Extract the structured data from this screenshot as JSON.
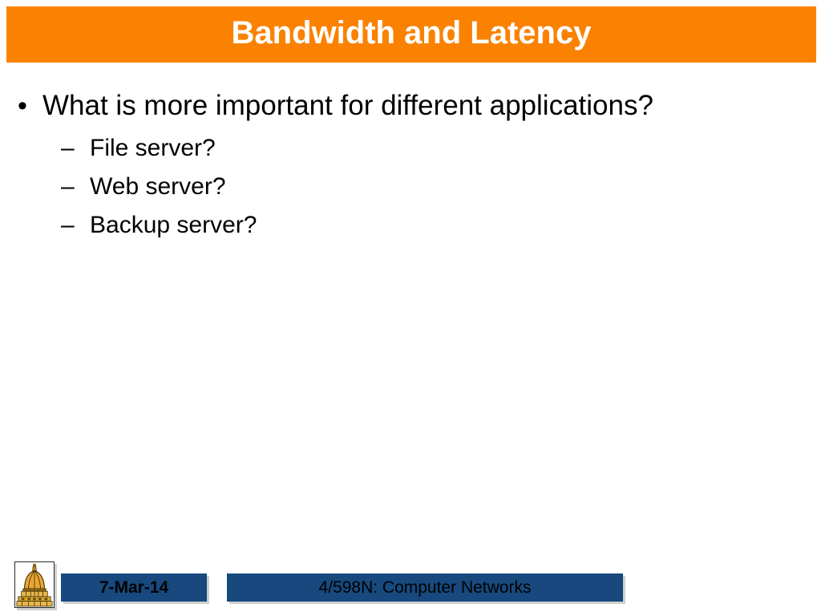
{
  "slide": {
    "title": "Bandwidth and Latency",
    "body": {
      "main_bullet": {
        "marker": "•",
        "text": "What is more important for different applications?"
      },
      "sub_bullets": [
        {
          "marker": "–",
          "text": "File server?"
        },
        {
          "marker": "–",
          "text": "Web server?"
        },
        {
          "marker": "–",
          "text": "Backup server?"
        }
      ]
    },
    "footer": {
      "date": "7-Mar-14",
      "course": "4/598N: Computer Networks",
      "logo_icon": "golden-dome-icon"
    },
    "colors": {
      "header_bg": "#FA8200",
      "title_text": "#FFFFFF",
      "body_text": "#000000",
      "footer_bar_bg": "#17497E",
      "footer_text": "#000000"
    }
  }
}
